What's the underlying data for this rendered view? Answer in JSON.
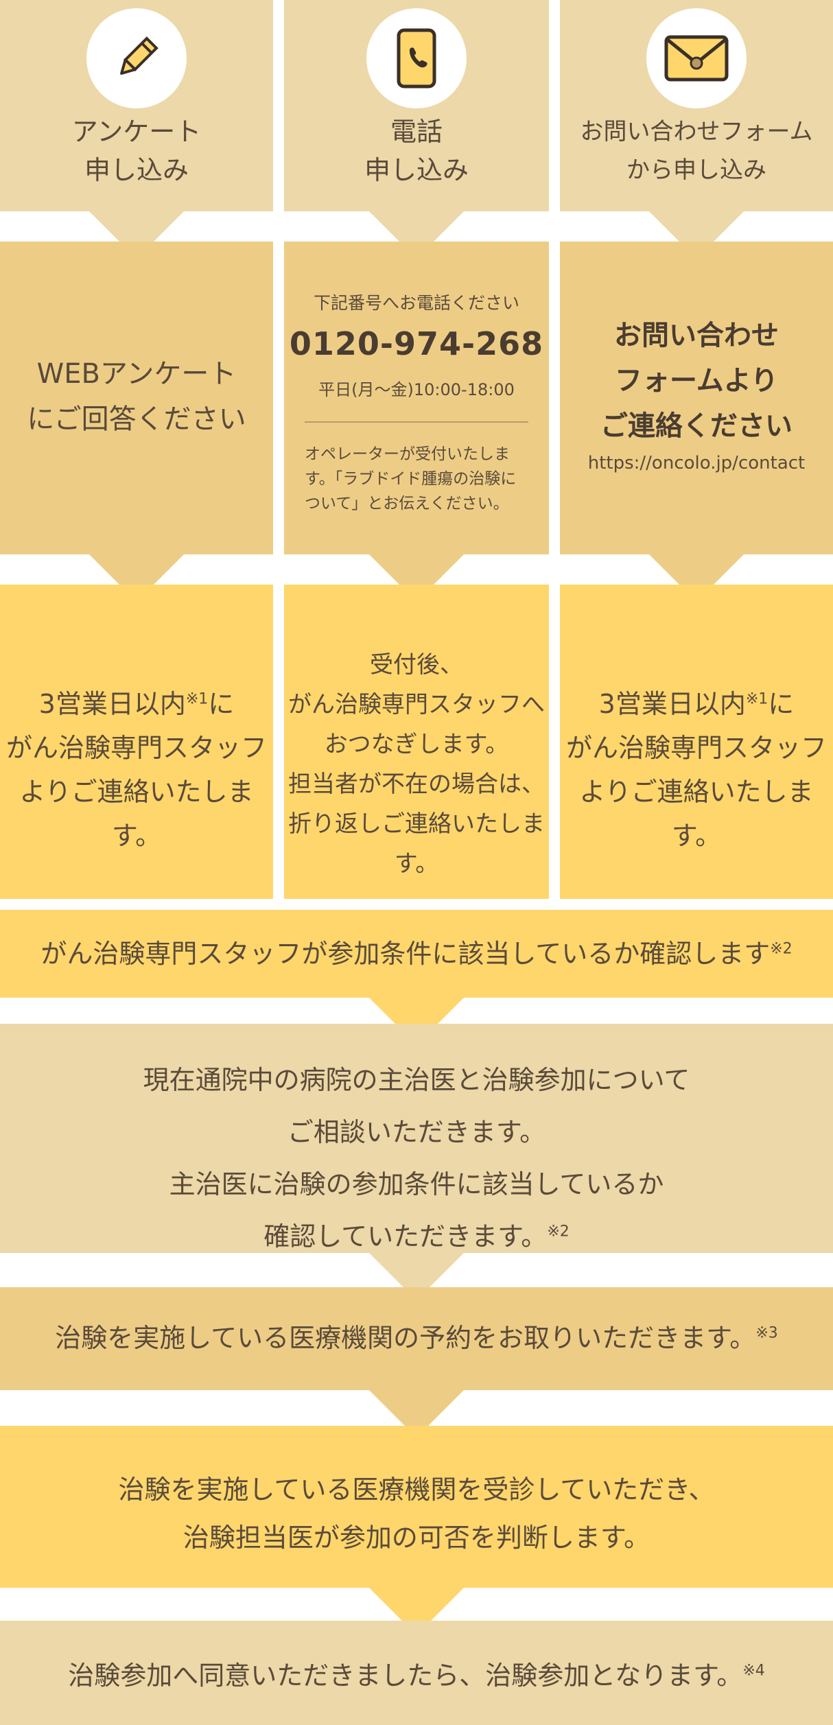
{
  "methods": [
    {
      "icon": "pencil-icon",
      "title_lines": [
        "アンケート",
        "申し込み"
      ]
    },
    {
      "icon": "phone-icon",
      "title_lines": [
        "電話",
        "申し込み"
      ]
    },
    {
      "icon": "envelope-icon",
      "title_lines": [
        "お問い合わせフォーム",
        "から申し込み"
      ]
    }
  ],
  "step1": {
    "web": {
      "lines": [
        "WEBアンケート",
        "にご回答ください"
      ]
    },
    "phone": {
      "intro": "下記番号へお電話ください",
      "number": "0120-974-268",
      "hours": "平日(月〜金)10:00-18:00",
      "note_lines": [
        "オペレーターが受付いたしま",
        "す。「ラブドイド腫瘍の治験に",
        "ついて」とお伝えください。"
      ]
    },
    "form": {
      "lines": [
        "お問い合わせ",
        "フォームより",
        "ご連絡ください"
      ],
      "url": "https://oncolo.jp/contact"
    }
  },
  "step2": {
    "web": {
      "line1": "3営業日以内",
      "note": "※1",
      "line1_end": "に",
      "line2": "がん治験専門スタッフ",
      "line3": "よりご連絡いたします。"
    },
    "phone": {
      "lines": [
        "受付後、",
        "がん治験専門スタッフへ",
        "おつなぎします。",
        "担当者が不在の場合は、",
        "折り返しご連絡いたします。"
      ]
    },
    "form": {
      "line1": "3営業日以内",
      "note": "※1",
      "line1_end": "に",
      "line2": "がん治験専門スタッフ",
      "line3": "よりご連絡いたします。"
    }
  },
  "flow": {
    "check": {
      "text": "がん治験専門スタッフが参加条件に該当しているか確認します",
      "note": "※2"
    },
    "consult": {
      "line1": "現在通院中の病院の主治医と治験参加について",
      "line2": "ご相談いただきます。",
      "line3": "主治医に治験の参加条件に該当しているか",
      "line4": "確認していただきます。",
      "note": "※2"
    },
    "reserve": {
      "text": "治験を実施している医療機関の予約をお取りいただきます。",
      "note": "※3"
    },
    "visit": {
      "line1": "治験を実施している医療機関を受診していただき、",
      "line2": "治験担当医が参加の可否を判断します。"
    },
    "consent": {
      "text": "治験参加へ同意いただきましたら、治験参加となります。",
      "note": "※4"
    }
  },
  "colors": {
    "beige": "#ecd8a8",
    "tan": "#edcd86",
    "yellow": "#fed66c",
    "text": "#5a4a3a"
  }
}
